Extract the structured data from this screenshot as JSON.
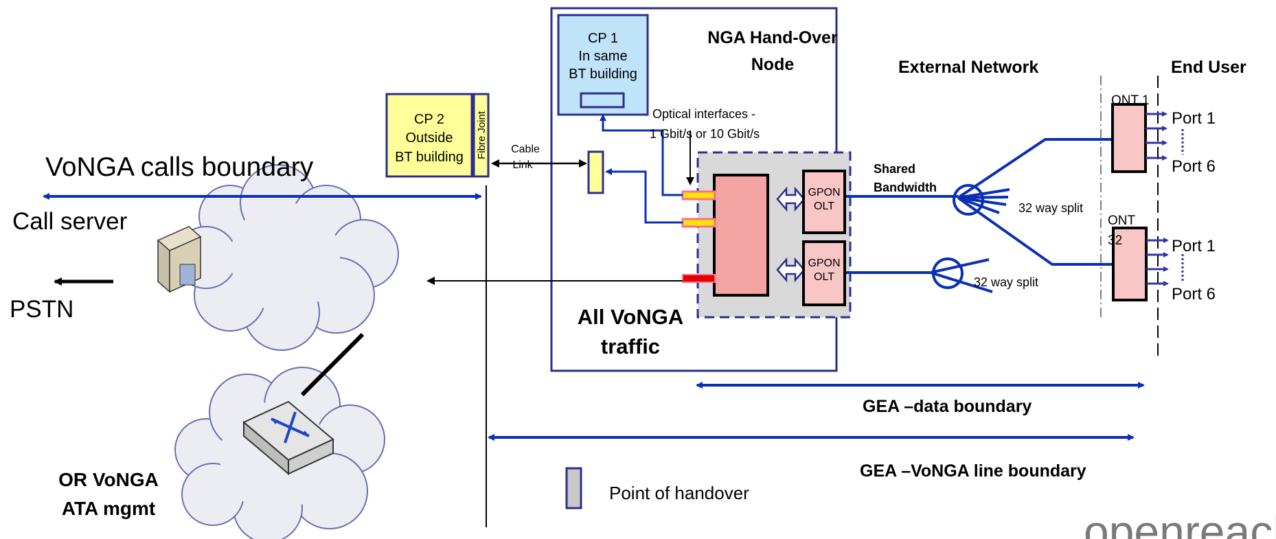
{
  "labels": {
    "cp1_line1": "CP 1",
    "cp1_line2": "In same",
    "cp1_line3": "BT building",
    "cp2_line1": "CP 2",
    "cp2_line2": "Outside",
    "cp2_line3": "BT building",
    "fibre_joint": "Fibre Joint",
    "hand_over_line1": "NGA Hand-Over",
    "hand_over_line2": "Node",
    "optical_line1": "Optical interfaces -",
    "optical_line2": "1 Gbit/s or 10 Gbit/s",
    "cable_link_line1": "Cable",
    "cable_link_line2": "Link",
    "vonga_calls_boundary": "VoNGA calls boundary",
    "call_server": "Call server",
    "pstn": "PSTN",
    "all_vonga_line1": "All VoNGA",
    "all_vonga_line2": "traffic",
    "or_vonga_line1": "OR VoNGA",
    "or_vonga_line2": "ATA mgmt",
    "gpon1_line1": "GPON",
    "gpon1_line2": "OLT",
    "gpon2_line1": "GPON",
    "gpon2_line2": "OLT",
    "external_network": "External Network",
    "end_user": "End User",
    "shared_line1": "Shared",
    "shared_line2": "Bandwidth",
    "split1": "32 way split",
    "split2": "32 way split",
    "ont1": "ONT 1",
    "ont32_line1": "ONT",
    "ont32_line2": "32",
    "ont1_port1": "Port 1",
    "ont1_port6": "Port 6",
    "ont32_port1": "Port 1",
    "ont32_port6": "Port 6",
    "gea_data": "GEA –data boundary",
    "gea_vonga": "GEA –VoNGA line boundary",
    "legend_handover": "Point of handover",
    "logo": "openreach"
  },
  "colors": {
    "link_blue": "#0a2fb4",
    "frame_navy": "#2a2e8c",
    "cp1_fill": "#bfe3f8",
    "cp2_fill": "#ffff99",
    "olt_fill": "#f9c6c6",
    "switch_fill": "#f4a3a3",
    "node_grey": "#d9d9d9",
    "port_red": "#e00000",
    "port_yellow": "#ffe600"
  }
}
